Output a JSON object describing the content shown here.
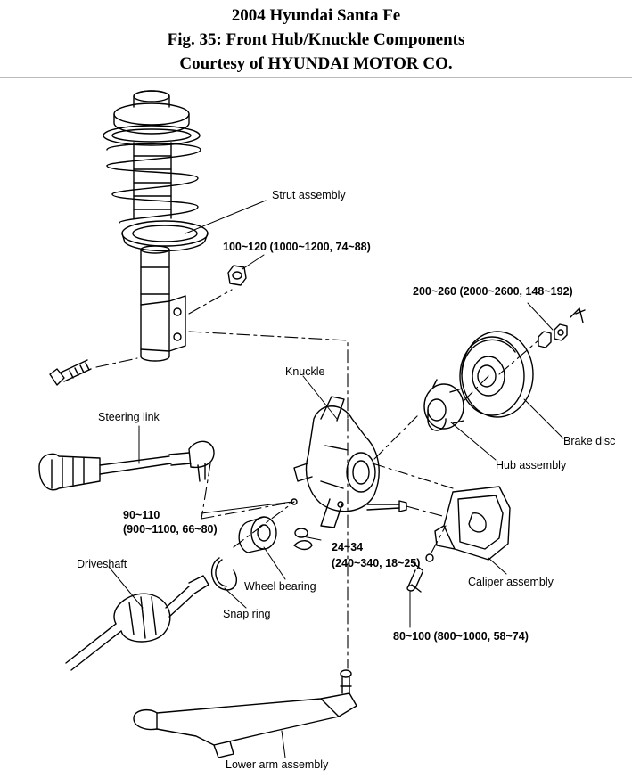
{
  "header": {
    "line1": "2004 Hyundai Santa Fe",
    "line2": "Fig. 35: Front Hub/Knuckle Components",
    "line3": "Courtesy of HYUNDAI MOTOR CO."
  },
  "labels": {
    "strut_assembly": "Strut assembly",
    "torque_strut": "100~120 (1000~1200, 74~88)",
    "torque_disc": "200~260 (2000~2600, 148~192)",
    "knuckle": "Knuckle",
    "steering_link": "Steering link",
    "brake_disc": "Brake disc",
    "hub_assembly": "Hub assembly",
    "torque_knuckle_a": "90~110",
    "torque_knuckle_b": "(900~1100, 66~80)",
    "torque_caliper_bolt_a": "24~34",
    "torque_caliper_bolt_b": "(240~340, 18~25)",
    "driveshaft": "Driveshaft",
    "wheel_bearing": "Wheel bearing",
    "caliper_assembly": "Caliper assembly",
    "snap_ring": "Snap ring",
    "torque_lower_arm": "80~100 (800~1000, 58~74)",
    "lower_arm_assembly": "Lower arm assembly"
  }
}
